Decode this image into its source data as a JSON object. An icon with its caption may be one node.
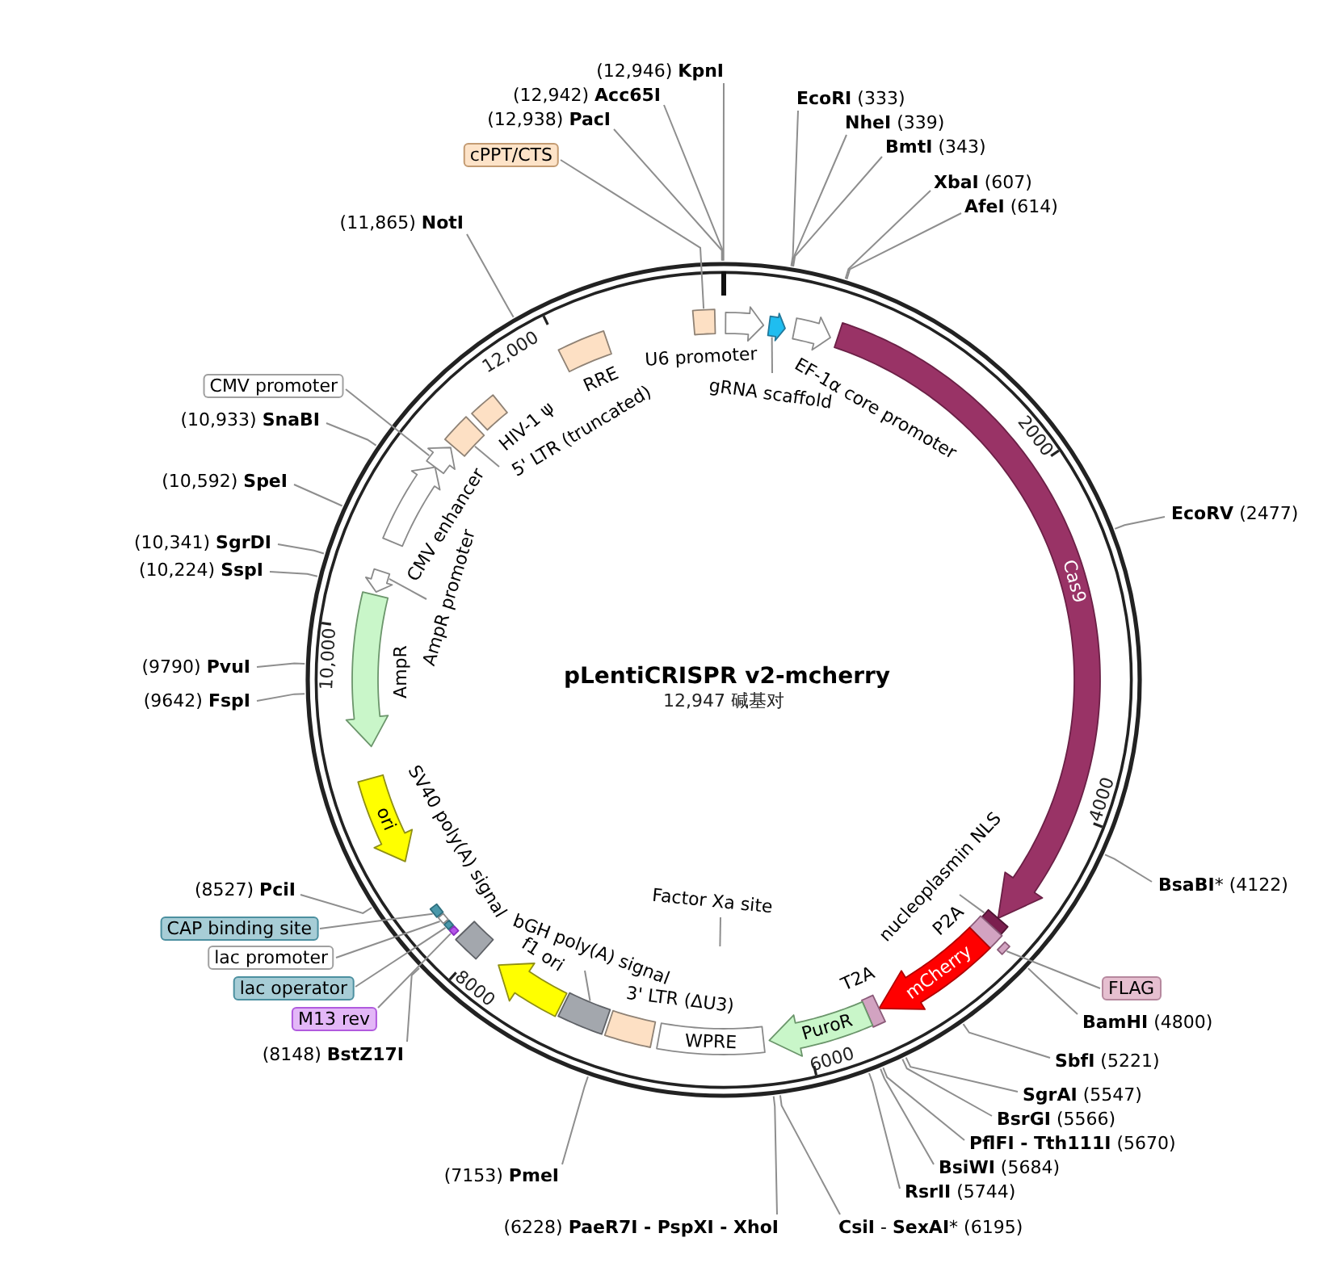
{
  "diagram": {
    "title": "pLentiCRISPR v2-mcherry",
    "nodes": [
      {
        "text": [],
        "shape": "arrow",
        "beside": [
          "U6 promoter"
        ]
      },
      {
        "text": [],
        "shape": "arrow"
      },
      {
        "text": [],
        "shape": "arrow",
        "beside": [
          "EF-1α core promoter"
        ]
      },
      {
        "text": [
          "Cas9"
        ]
      },
      {
        "text": [],
        "shape": "box"
      },
      {
        "text": [],
        "shape": "bar"
      },
      {
        "text": [],
        "shape": "box",
        "beside": [
          "P2A"
        ]
      },
      {
        "text": [
          "mCherry"
        ]
      },
      {
        "text": [],
        "shape": "box",
        "beside": [
          "T2A"
        ]
      },
      {
        "text": [
          "PuroR"
        ]
      },
      {
        "text": [
          "WPRE"
        ]
      },
      {
        "text": [],
        "shape": "box",
        "beside": [
          "3' LTR (ΔU3)"
        ]
      },
      {
        "text": [],
        "shape": "box"
      },
      {
        "text": [],
        "shape": "arrow",
        "beside": [
          "f1 ori"
        ]
      },
      {
        "text": [],
        "shape": "box",
        "beside": [
          "SV40 poly(A) signal"
        ]
      },
      {
        "text": [],
        "shape": "bar"
      },
      {
        "text": [],
        "shape": "bar"
      },
      {
        "text": [],
        "shape": "bar"
      },
      {
        "text": [],
        "shape": "bar"
      },
      {
        "text": [
          "ori"
        ]
      },
      {
        "text": [],
        "shape": "arrow",
        "beside": [
          "AmpR"
        ]
      },
      {
        "text": [],
        "shape": "arrow"
      },
      {
        "text": [],
        "shape": "arrow",
        "beside": [
          "CMV enhancer"
        ]
      },
      {
        "text": [],
        "shape": "arrow"
      },
      {
        "text": [],
        "shape": "box"
      },
      {
        "text": [],
        "shape": "box",
        "beside": [
          "HIV-1 ψ"
        ]
      },
      {
        "text": [],
        "shape": "box",
        "beside": [
          "RRE"
        ]
      },
      {
        "text": [],
        "shape": "box"
      },
      {
        "text": [
          "**EcoRI** (333)"
        ]
      },
      {
        "text": [
          "**NheI** (339)"
        ]
      },
      {
        "text": [
          "**BmtI** (343)"
        ]
      },
      {
        "text": [
          "**XbaI** (607)"
        ]
      },
      {
        "text": [
          "**AfeI** (614)"
        ]
      },
      {
        "text": [
          "**EcoRV** (2477)"
        ]
      },
      {
        "text": [
          "**BsaBI*** (4122)"
        ]
      },
      {
        "text": [
          "FLAG"
        ]
      },
      {
        "text": [
          "**BamHI** (4800)"
        ]
      },
      {
        "text": [
          "**SbfI** (5221)"
        ]
      },
      {
        "text": [
          "**SgrAI** (5547)"
        ]
      },
      {
        "text": [
          "**BsrGI** (5566)"
        ]
      },
      {
        "text": [
          "**PflFI - Tth111I** (5670)"
        ]
      },
      {
        "text": [
          "**BsiWI** (5684)"
        ]
      },
      {
        "text": [
          "**RsrII** (5744)"
        ]
      },
      {
        "text": [
          "**CsiI** - **SexAI*** (6195)"
        ]
      },
      {
        "text": [
          "(6228) **PaeR7I - PspXI - XhoI**"
        ]
      },
      {
        "text": [
          "(7153) **PmeI**"
        ]
      },
      {
        "text": [
          "(8148) **BstZ17I**"
        ]
      },
      {
        "text": [
          "M13 rev"
        ]
      },
      {
        "text": [
          "lac operator"
        ]
      },
      {
        "text": [
          "lac promoter"
        ]
      },
      {
        "text": [
          "CAP binding site"
        ]
      },
      {
        "text": [
          "(8527) **PciI**"
        ]
      },
      {
        "text": [
          "(9642) **FspI**"
        ]
      },
      {
        "text": [
          "(9790) **PvuI**"
        ]
      },
      {
        "text": [
          "(10,224) **SspI**"
        ]
      },
      {
        "text": [
          "(10,341) **SgrDI**"
        ]
      },
      {
        "text": [
          "(10,592) **SpeI**"
        ]
      },
      {
        "text": [
          "(10,933) **SnaBI**"
        ]
      },
      {
        "text": [
          "CMV promoter"
        ]
      },
      {
        "text": [
          "(11,865) **NotI**"
        ]
      },
      {
        "text": [
          "cPPT/CTS"
        ]
      },
      {
        "text": [
          "(12,938) **PacI**"
        ]
      },
      {
        "text": [
          "(12,942) **Acc65I**"
        ]
      },
      {
        "text": [
          "(12,946) **KpnI**"
        ]
      },
      {
        "text": [
          "gRNA scaffold"
        ]
      },
      {
        "text": [
          "nucleoplasmin NLS"
        ]
      },
      {
        "text": [
          "Factor Xa site"
        ]
      },
      {
        "text": [
          "bGH poly(A) signal"
        ]
      },
      {
        "text": [
          "AmpR promoter"
        ]
      },
      {
        "text": [
          "5' LTR (truncated)"
        ]
      }
    ],
    "edges": [
      {
        "from": 28,
        "to": null,
        "arrow": "none"
      },
      {
        "from": 29,
        "to": null,
        "arrow": "none"
      },
      {
        "from": 30,
        "to": null,
        "arrow": "none"
      },
      {
        "from": 31,
        "to": null,
        "arrow": "none"
      },
      {
        "from": 32,
        "to": null,
        "arrow": "none"
      },
      {
        "from": 33,
        "to": null,
        "arrow": "none"
      },
      {
        "from": 34,
        "to": null,
        "arrow": "none"
      },
      {
        "from": 35,
        "to": 5,
        "arrow": "none"
      },
      {
        "from": 36,
        "to": null,
        "arrow": "none"
      },
      {
        "from": 37,
        "to": null,
        "arrow": "none"
      },
      {
        "from": 38,
        "to": null,
        "arrow": "none"
      },
      {
        "from": 39,
        "to": null,
        "arrow": "none"
      },
      {
        "from": 40,
        "to": null,
        "arrow": "none"
      },
      {
        "from": 41,
        "to": null,
        "arrow": "none"
      },
      {
        "from": 42,
        "to": null,
        "arrow": "none"
      },
      {
        "from": 43,
        "to": null,
        "arrow": "none"
      },
      {
        "from": 44,
        "to": null,
        "arrow": "none"
      },
      {
        "from": 45,
        "to": null,
        "arrow": "none"
      },
      {
        "from": 46,
        "to": null,
        "arrow": "none"
      },
      {
        "from": 47,
        "to": 15,
        "arrow": "none"
      },
      {
        "from": 48,
        "to": 16,
        "arrow": "none"
      },
      {
        "from": 49,
        "to": 17,
        "arrow": "none"
      },
      {
        "from": 50,
        "to": 18,
        "arrow": "none"
      },
      {
        "from": 51,
        "to": null,
        "arrow": "none"
      },
      {
        "from": 52,
        "to": null,
        "arrow": "none"
      },
      {
        "from": 53,
        "to": null,
        "arrow": "none"
      },
      {
        "from": 54,
        "to": null,
        "arrow": "none"
      },
      {
        "from": 55,
        "to": null,
        "arrow": "none"
      },
      {
        "from": 56,
        "to": null,
        "arrow": "none"
      },
      {
        "from": 57,
        "to": null,
        "arrow": "none"
      },
      {
        "from": 58,
        "to": 23,
        "arrow": "none"
      },
      {
        "from": 59,
        "to": null,
        "arrow": "none"
      },
      {
        "from": 60,
        "to": 27,
        "arrow": "none"
      },
      {
        "from": 61,
        "to": null,
        "arrow": "none"
      },
      {
        "from": 62,
        "to": null,
        "arrow": "none"
      },
      {
        "from": 63,
        "to": null,
        "arrow": "none"
      },
      {
        "from": 64,
        "to": 1,
        "arrow": "none"
      },
      {
        "from": 65,
        "to": 4,
        "arrow": "none"
      },
      {
        "from": 66,
        "to": null,
        "arrow": "none"
      },
      {
        "from": 67,
        "to": 12,
        "arrow": "none"
      },
      {
        "from": 68,
        "to": 21,
        "arrow": "none"
      },
      {
        "from": 69,
        "to": 24,
        "arrow": "none"
      }
    ],
    "labels": [
      "2000",
      "4000",
      "6000",
      "8000",
      "10,000",
      "12,000",
      "12,947 碱基对"
    ]
  }
}
